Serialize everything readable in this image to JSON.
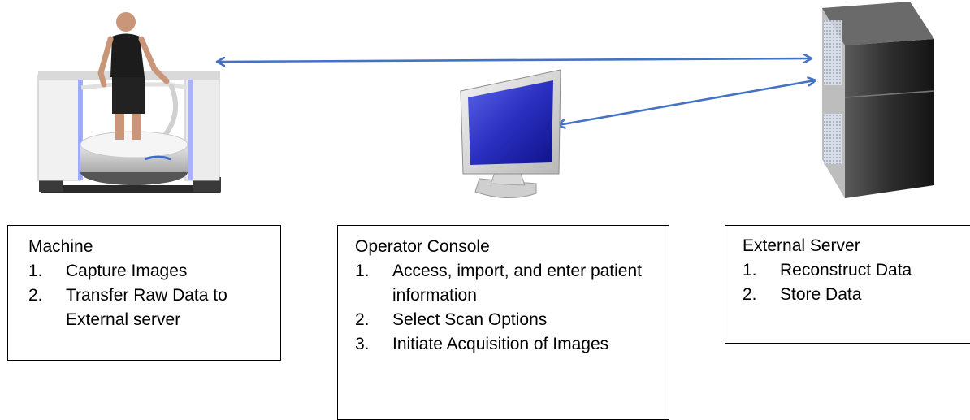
{
  "machine": {
    "title": "Machine",
    "items": [
      {
        "num": "1.",
        "text": "Capture Images"
      },
      {
        "num": "2.",
        "text": "Transfer Raw Data to External server"
      }
    ]
  },
  "console": {
    "title": "Operator Console",
    "items": [
      {
        "num": "1.",
        "text": "Access, import, and enter patient information"
      },
      {
        "num": "2.",
        "text": "Select Scan Options"
      },
      {
        "num": "3.",
        "text": "Initiate Acquisition of Images"
      }
    ]
  },
  "server": {
    "title": "External Server",
    "items": [
      {
        "num": "1.",
        "text": "Reconstruct Data"
      },
      {
        "num": "2.",
        "text": "Store Data"
      }
    ]
  },
  "colors": {
    "arrow": "#4472C4",
    "monitor_screen": "#2A2FC0",
    "server_body": "#3A3A3A"
  },
  "icons": {
    "machine": "scanner-machine-icon",
    "console": "monitor-icon",
    "server": "server-tower-icon"
  }
}
